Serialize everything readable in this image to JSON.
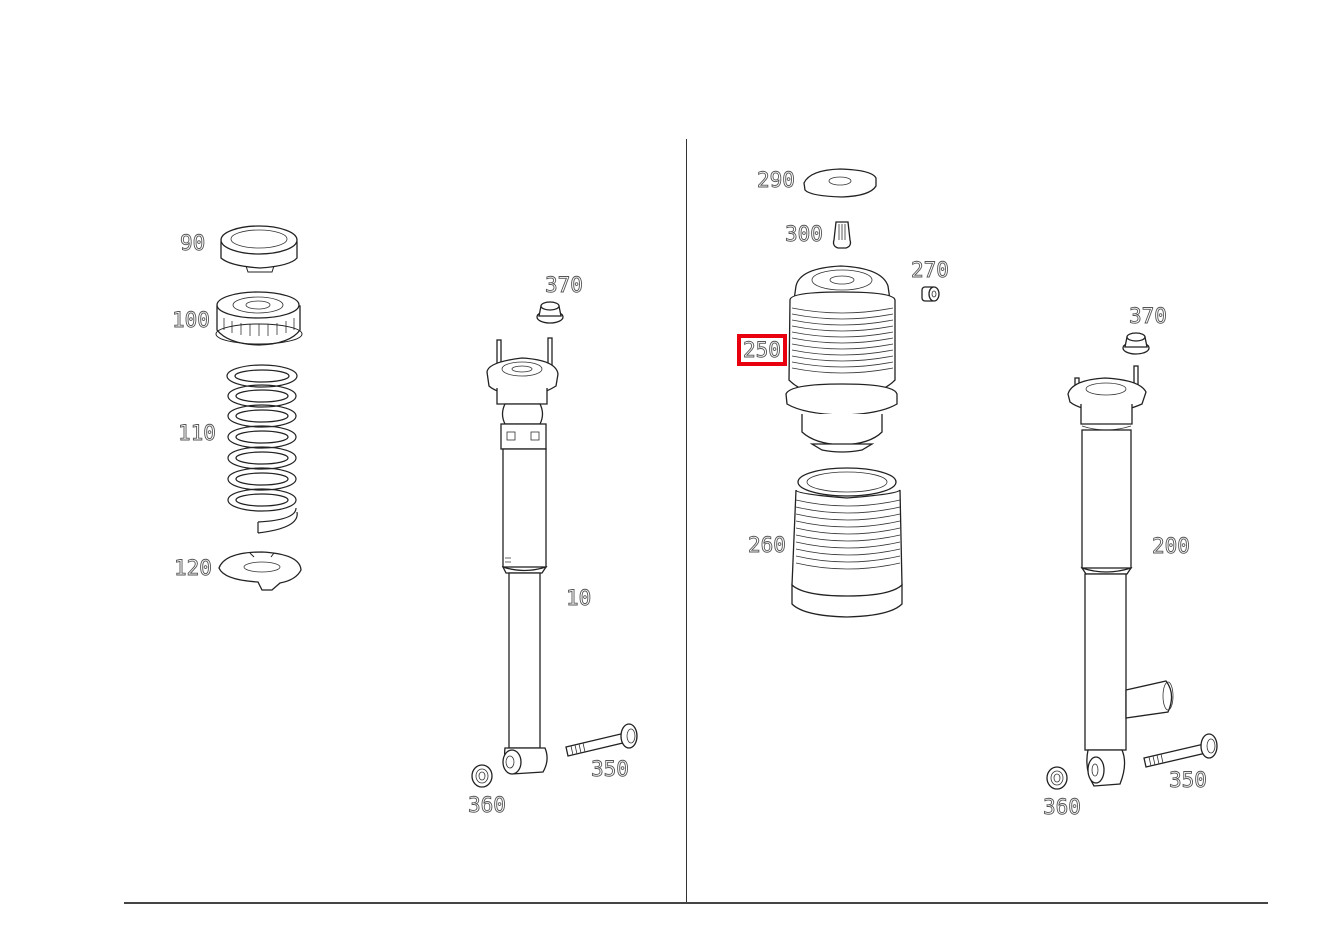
{
  "diagram": {
    "type": "exploded-parts-diagram",
    "subject": "rear suspension strut assembly",
    "selected_callout": "250",
    "highlight_color": "#e8000f",
    "line_color": "#222222",
    "background": "#ffffff"
  },
  "left_panel": {
    "callouts": {
      "c90": "90",
      "c100": "100",
      "c110": "110",
      "c120": "120",
      "c370": "370",
      "c10": "10",
      "c350": "350",
      "c360": "360"
    },
    "parts": [
      {
        "callout": "90",
        "shape": "cap"
      },
      {
        "callout": "100",
        "shape": "spring-upper-mount"
      },
      {
        "callout": "110",
        "shape": "coil-spring"
      },
      {
        "callout": "120",
        "shape": "spring-lower-seat"
      },
      {
        "callout": "370",
        "shape": "flange-nut"
      },
      {
        "callout": "10",
        "shape": "shock-absorber"
      },
      {
        "callout": "350",
        "shape": "bolt"
      },
      {
        "callout": "360",
        "shape": "nut"
      }
    ]
  },
  "right_panel": {
    "callouts": {
      "c290": "290",
      "c300": "300",
      "c270": "270",
      "c250": "250",
      "c260": "260",
      "c370": "370",
      "c200": "200",
      "c350": "350",
      "c360": "360"
    },
    "parts": [
      {
        "callout": "290",
        "shape": "disc"
      },
      {
        "callout": "300",
        "shape": "valve-insert"
      },
      {
        "callout": "270",
        "shape": "fitting"
      },
      {
        "callout": "250",
        "shape": "air-spring"
      },
      {
        "callout": "260",
        "shape": "air-bellows"
      },
      {
        "callout": "370",
        "shape": "flange-nut"
      },
      {
        "callout": "200",
        "shape": "air-strut"
      },
      {
        "callout": "350",
        "shape": "bolt"
      },
      {
        "callout": "360",
        "shape": "nut"
      }
    ]
  }
}
